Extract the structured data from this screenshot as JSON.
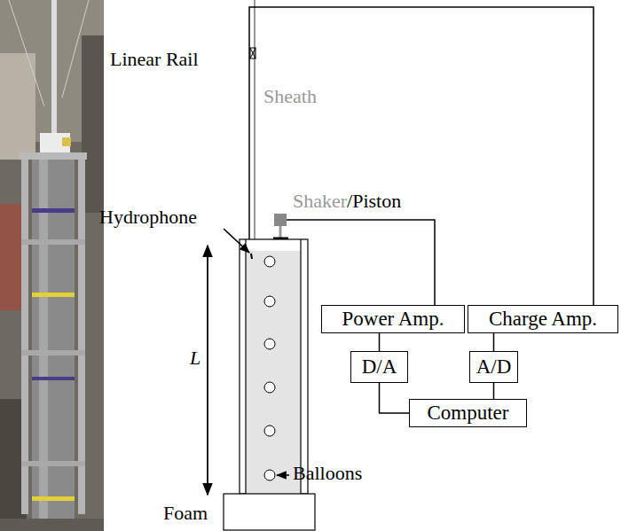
{
  "diagram": {
    "nodes": [
      {
        "text": [
          "Power Amp."
        ]
      },
      {
        "text": [
          "Charge Amp."
        ]
      },
      {
        "text": [
          "D/A"
        ]
      },
      {
        "text": [
          "A/D"
        ]
      },
      {
        "text": [
          "Computer"
        ]
      }
    ],
    "edges": [
      {
        "from": 0,
        "to": 2,
        "arrow": "none"
      },
      {
        "from": 1,
        "to": 3,
        "arrow": "none"
      },
      {
        "from": 2,
        "to": 4,
        "arrow": "none"
      },
      {
        "from": 3,
        "to": 4,
        "arrow": "none"
      }
    ],
    "labels": [
      "Linear Rail",
      "Sheath",
      "Shaker",
      "/Piston",
      "Hydrophone",
      "L",
      "Balloons",
      "Foam"
    ]
  }
}
